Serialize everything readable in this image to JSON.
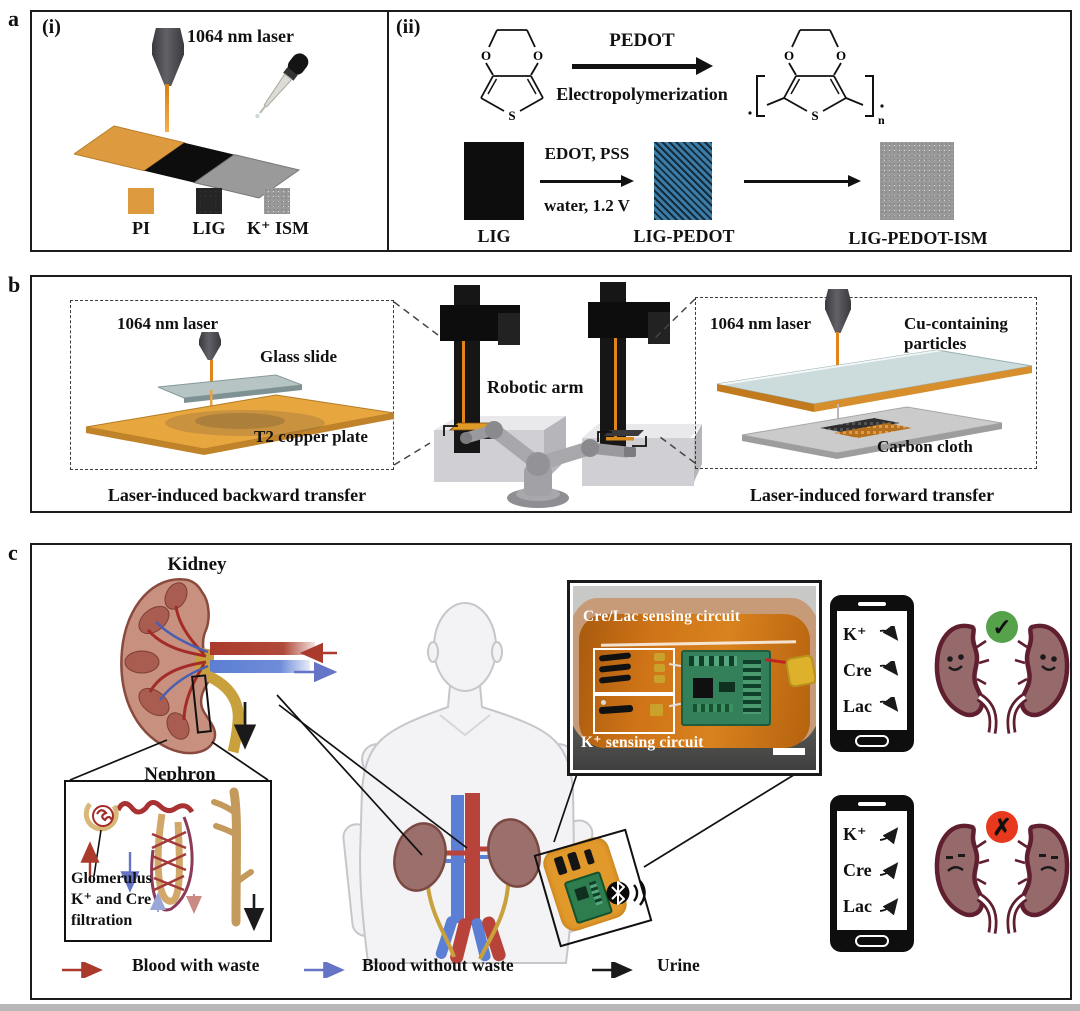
{
  "colors": {
    "pi_orange": "#dd9a3e",
    "lig_black": "#0d0d0d",
    "ism_gray": "#9a9a9a",
    "pedot_blue": "#3b7ca8",
    "copper": "#e8a63e",
    "status_ok": "#55a24b",
    "status_bad": "#e8391f",
    "blood_waste_arrow": "#a93a2c",
    "blood_clean_arrow": "#6674c8",
    "urine_arrow": "#1a1a1a"
  },
  "panel_a": {
    "label": "a",
    "i": {
      "tag": "(i)",
      "laser_label": "1064 nm laser",
      "legend": [
        {
          "label": "PI"
        },
        {
          "label": "LIG"
        },
        {
          "label": "K⁺ ISM"
        }
      ]
    },
    "ii": {
      "tag": "(ii)",
      "reaction_name": "PEDOT",
      "reaction_method": "Electropolymerization",
      "atoms": {
        "o": "O",
        "s": "S"
      },
      "polymer_subscript": "n",
      "step1_reagents": "EDOT, PSS",
      "step1_conditions": "water, 1.2 V",
      "stage_labels": [
        "LIG",
        "LIG-PEDOT",
        "LIG-PEDOT-ISM"
      ]
    }
  },
  "panel_b": {
    "label": "b",
    "left": {
      "laser_label": "1064 nm laser",
      "glass_label": "Glass slide",
      "plate_label": "T2 copper plate",
      "caption": "Laser-induced backward transfer"
    },
    "center": {
      "robot_label": "Robotic arm"
    },
    "right": {
      "laser_label": "1064 nm laser",
      "particles_label": "Cu-containing particles",
      "cloth_label": "Carbon cloth",
      "caption": "Laser-induced forward transfer"
    }
  },
  "panel_c": {
    "label": "c",
    "kidney_title": "Kidney",
    "nephron_title": "Nephron",
    "filtration_note": [
      "Glomerulus",
      "K⁺ and Cre",
      "filtration"
    ],
    "device_photo": {
      "top_label": "Cre/Lac sensing circuit",
      "bottom_label": "K⁺ sensing circuit"
    },
    "phones": {
      "healthy": {
        "rows": [
          "K⁺",
          "Cre",
          "Lac"
        ],
        "trend": "down"
      },
      "unhealthy": {
        "rows": [
          "K⁺",
          "Cre",
          "Lac"
        ],
        "trend": "up"
      }
    },
    "status": {
      "ok_symbol": "✓",
      "ok_color": "#55a24b",
      "bad_symbol": "✗",
      "bad_color": "#e8391f"
    },
    "legend": [
      {
        "label": "Blood with waste",
        "color": "#a93a2c"
      },
      {
        "label": "Blood without waste",
        "color": "#6674c8"
      },
      {
        "label": "Urine",
        "color": "#1a1a1a"
      }
    ]
  }
}
